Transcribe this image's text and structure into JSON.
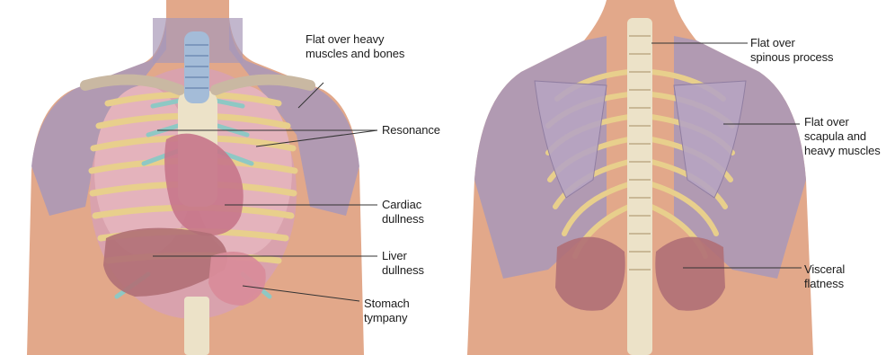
{
  "colors": {
    "skin": "#e2a88a",
    "skin_shadow": "#c98a6a",
    "flat_zone": "#a898b8",
    "rib": "#e8cf8c",
    "cartilage": "#8ec8c4",
    "lung": "#d9a2ad",
    "heart": "#c7768a",
    "liver": "#b06f76",
    "stomach": "#d98c9a",
    "trachea": "#a4bcd8",
    "spine": "#ece2c8",
    "leader_line": "#333333"
  },
  "front": {
    "labels": {
      "flat_heavy_muscles": "Flat over heavy\nmuscles and bones",
      "resonance": "Resonance",
      "cardiac": "Cardiac\ndullness",
      "liver": "Liver\ndullness",
      "stomach": "Stomach\ntympany"
    }
  },
  "back": {
    "labels": {
      "spinous": "Flat over\nspinous process",
      "scapula": "Flat over\nscapula and\nheavy muscles",
      "visceral": "Visceral\nflatness"
    }
  }
}
